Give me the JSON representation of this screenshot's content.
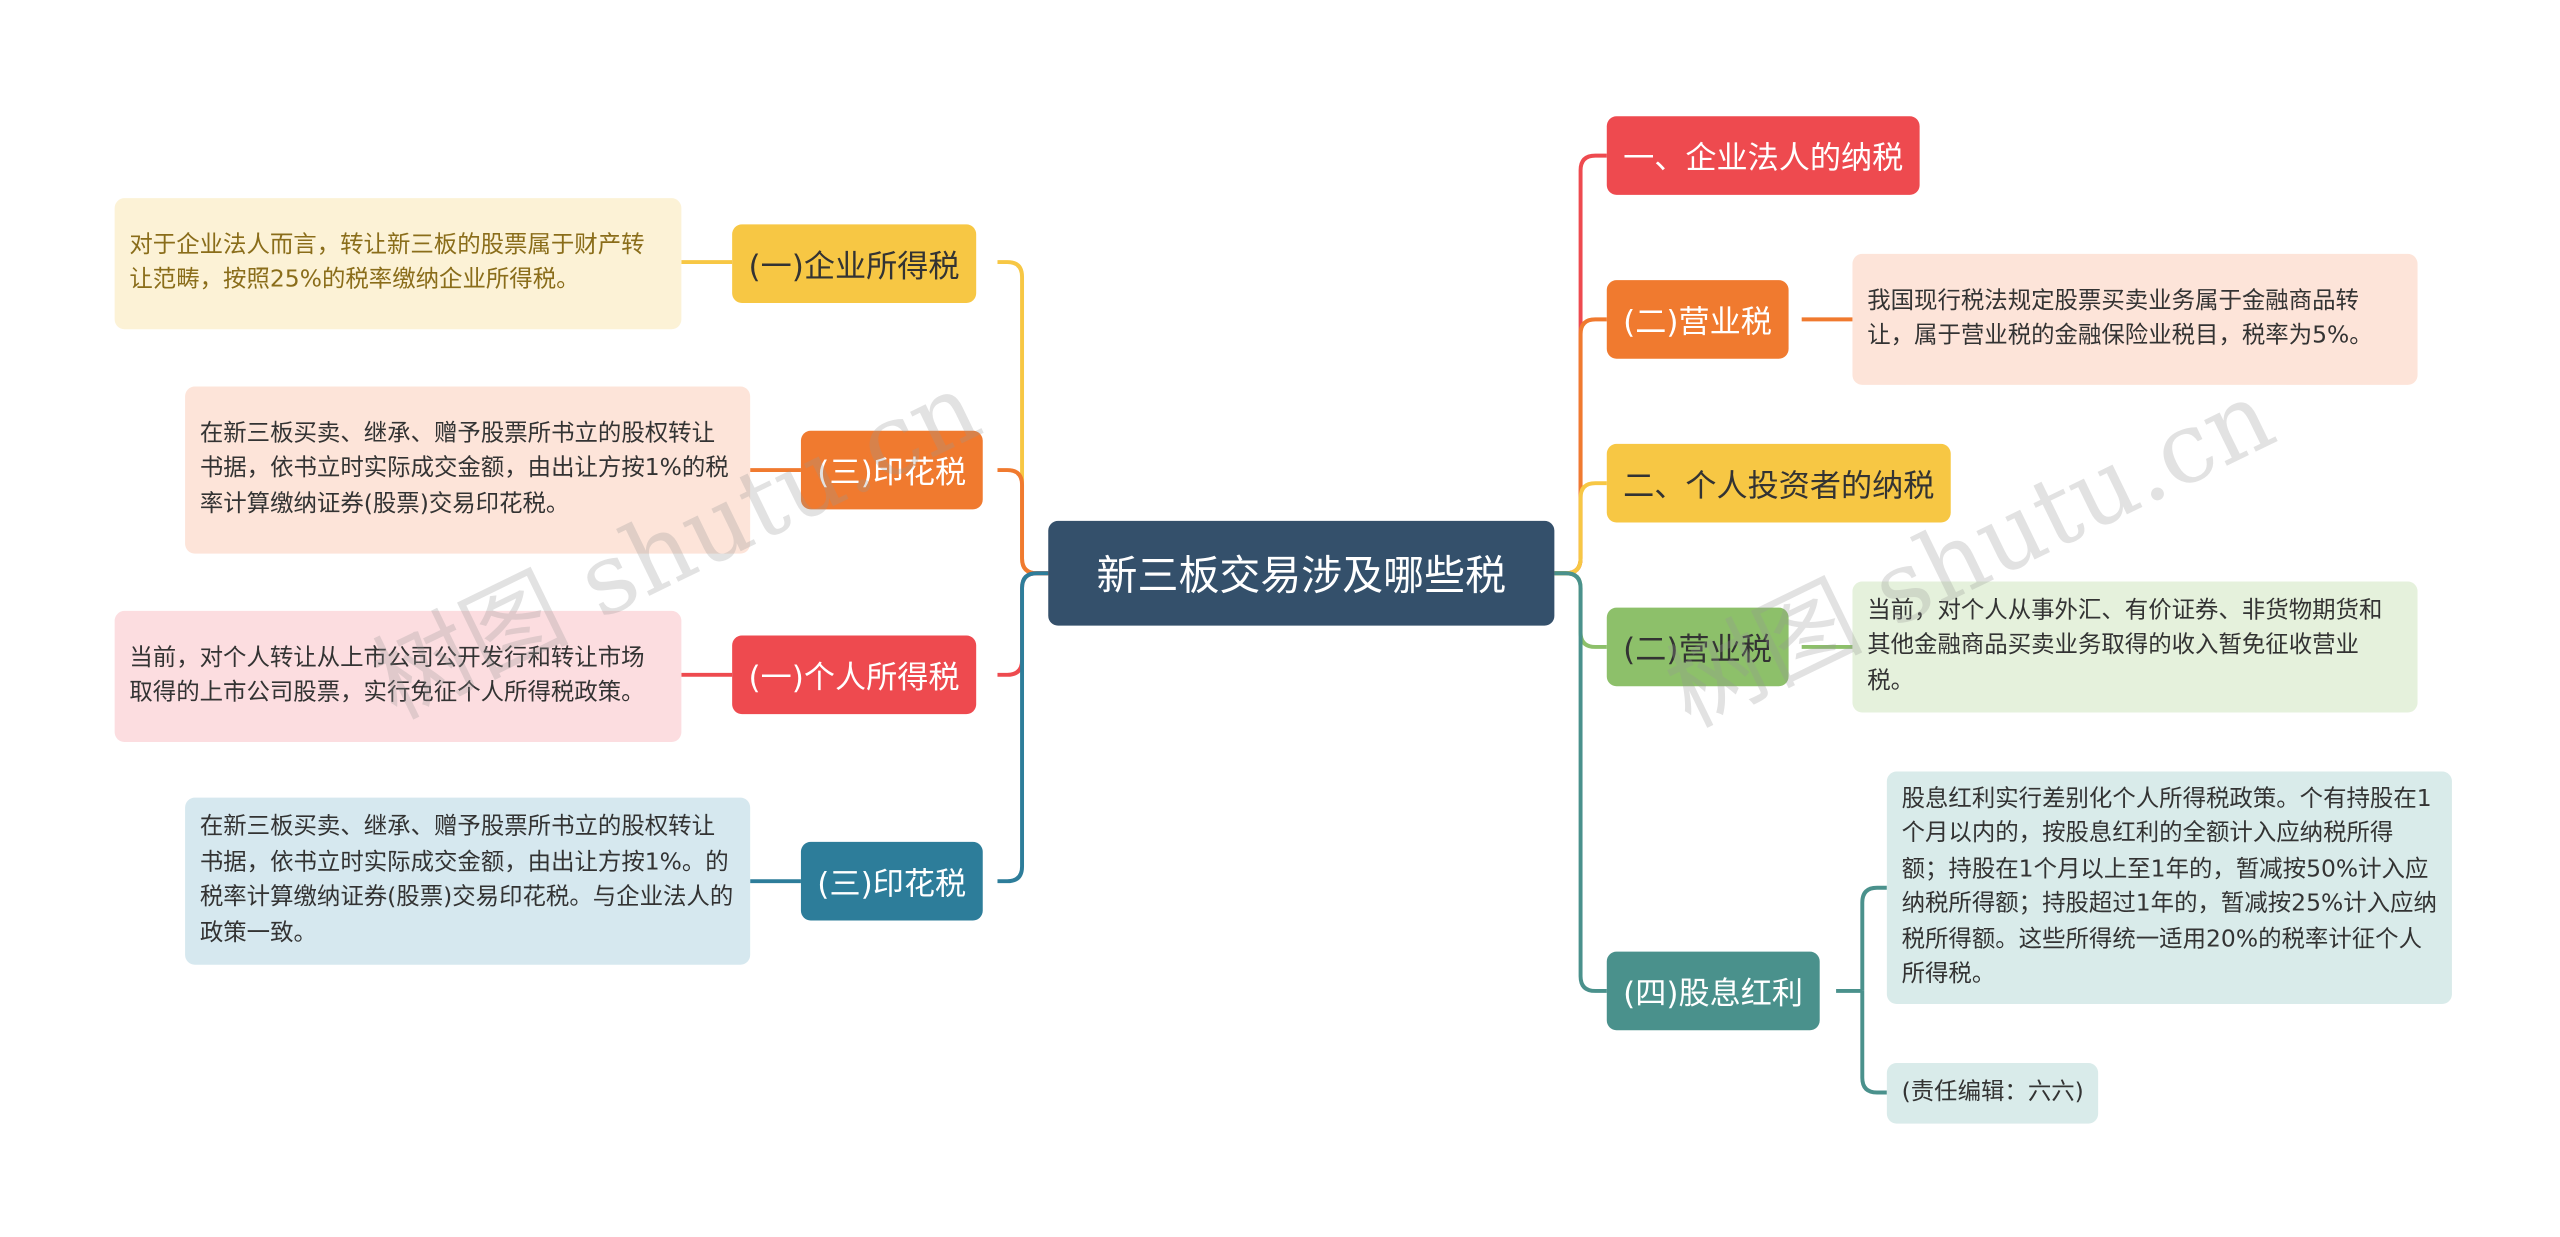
{
  "root": {
    "label": "新三板交易涉及哪些税"
  },
  "left": [
    {
      "label": "(一)企业所得税",
      "color": "#f7c744",
      "bg": "#fcf2d6",
      "text": "对于企业法人而言，转让新三板的股票属于财产转让范畴，按照25%的税率缴纳企业所得税。"
    },
    {
      "label": "(三)印花税",
      "color": "#f07a2f",
      "bg": "#fde4d9",
      "text": "在新三板买卖、继承、赠予股票所书立的股权转让书据，依书立时实际成交金额，由出让方按1%的税率计算缴纳证券(股票)交易印花税。"
    },
    {
      "label": "(一)个人所得税",
      "color": "#ee4a4f",
      "bg": "#fcdde0",
      "text": "当前，对个人转让从上市公司公开发行和转让市场取得的上市公司股票，实行免征个人所得税政策。"
    },
    {
      "label": "(三)印花税",
      "color": "#2d7d9a",
      "bg": "#d6e8ef",
      "text": "在新三板买卖、继承、赠予股票所书立的股权转让书据，依书立时实际成交金额，由出让方按1%。的税率计算缴纳证券(股票)交易印花税。与企业法人的政策一致。"
    }
  ],
  "right": [
    {
      "label": "一、企业法人的纳税",
      "color": "#ee4a4f"
    },
    {
      "label": "(二)营业税",
      "color": "#f07a2f",
      "bg": "#fde4d9",
      "text": "我国现行税法规定股票买卖业务属于金融商品转让，属于营业税的金融保险业税目，税率为5%。"
    },
    {
      "label": "二、个人投资者的纳税",
      "color": "#f7c744"
    },
    {
      "label": "(二)营业税",
      "color": "#8dc06a",
      "bg": "#e5f1dc",
      "text": "当前，对个人从事外汇、有价证券、非货物期货和其他金融商品买卖业务取得的收入暂免征收营业税。"
    },
    {
      "label": "(四)股息红利",
      "color": "#4a918c",
      "bg": "#d9ebea",
      "texts": [
        "股息红利实行差别化个人所得税政策。个有持股在1个月以内的，按股息红利的全额计入应纳税所得额；持股在1个月以上至1年的，暂减按50%计入应纳税所得额；持股超过1年的，暂减按25%计入应纳税所得额。这些所得统一适用20%的税率计征个人所得税。",
        "(责任编辑：六六)"
      ]
    }
  ],
  "watermarks": [
    "树图 shutu.cn",
    "树图 shutu.cn"
  ]
}
